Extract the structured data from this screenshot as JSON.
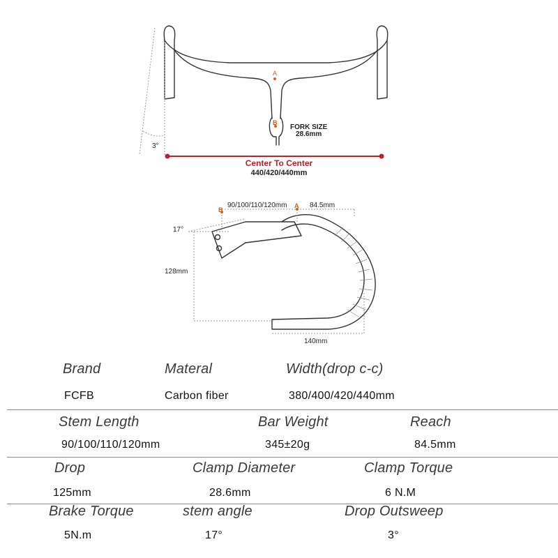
{
  "colors": {
    "accent": "#b3232a",
    "line": "#333333",
    "dim": "#9a9a9a"
  },
  "front_view": {
    "point_a": "A",
    "point_b": "B",
    "fork_label": "FORK SIZE",
    "fork_value": "28.6mm",
    "angle": "3°",
    "center_label": "Center To Center",
    "center_value": "440/420/440mm"
  },
  "side_view": {
    "stem_length": "90/100/110/120mm",
    "point_a": "A",
    "point_b": "B",
    "reach": "84.5mm",
    "angle": "17°",
    "drop": "128mm",
    "width": "140mm"
  },
  "specs": [
    {
      "label": "Brand",
      "value": "FCFB"
    },
    {
      "label": "Materal",
      "value": "Carbon fiber"
    },
    {
      "label": "Width(drop c-c)",
      "value": "380/400/420/440mm"
    },
    {
      "label": "Stem Length",
      "value": "90/100/110/120mm"
    },
    {
      "label": "Bar Weight",
      "value": "345±20g"
    },
    {
      "label": "Reach",
      "value": "84.5mm"
    },
    {
      "label": "Drop",
      "value": "125mm"
    },
    {
      "label": "Clamp Diameter",
      "value": "28.6mm"
    },
    {
      "label": "Clamp Torque",
      "value": "6 N.M"
    },
    {
      "label": "Brake Torque",
      "value": "5N.m"
    },
    {
      "label": "stem angle",
      "value": "17°"
    },
    {
      "label": "Drop Outsweep",
      "value": "3°"
    }
  ]
}
